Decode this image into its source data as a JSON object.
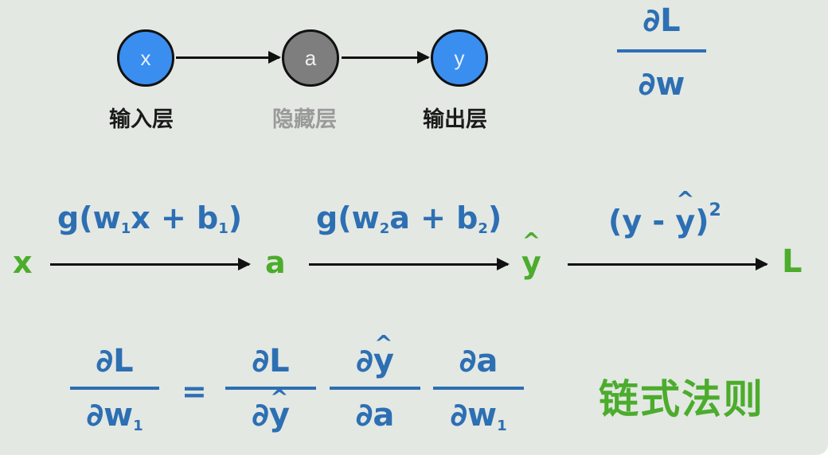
{
  "network": {
    "nodes": [
      {
        "symbol": "x",
        "label": "输入层",
        "color": "#3a8ef0"
      },
      {
        "symbol": "a",
        "label": "隐藏层",
        "color": "#7e7e7e"
      },
      {
        "symbol": "y",
        "label": "输出层",
        "color": "#3a8ef0"
      }
    ]
  },
  "goal_fraction": {
    "numerator": "∂L",
    "denominator": "∂w"
  },
  "forward_chain": {
    "nodes": [
      "x",
      "a",
      "y",
      "L"
    ],
    "edges": [
      {
        "func": "g(w",
        "sub": "1",
        "rest": "x + b",
        "sub2": "1",
        "close": ")"
      },
      {
        "func": "g(w",
        "sub": "2",
        "rest": "a + b",
        "sub2": "2",
        "close": ")"
      },
      {
        "open": "(y - ",
        "hat": "y",
        "close": ")",
        "power": "2"
      }
    ]
  },
  "chain_rule": {
    "lhs": {
      "numerator": "∂L",
      "denominator": "∂w",
      "den_sub": "1"
    },
    "equals": "=",
    "rhs": [
      {
        "numerator": "∂L",
        "denominator": "∂",
        "den_hat": "y"
      },
      {
        "numerator": "∂",
        "num_hat": "y",
        "denominator": "∂a"
      },
      {
        "numerator": "∂a",
        "denominator": "∂w",
        "den_sub": "1"
      }
    ],
    "title": "链式法则"
  },
  "colors": {
    "background": "#e3e8e3",
    "blue": "#2d6fb3",
    "green": "#4cac2c",
    "node_blue": "#3a8ef0",
    "node_gray": "#7e7e7e"
  }
}
